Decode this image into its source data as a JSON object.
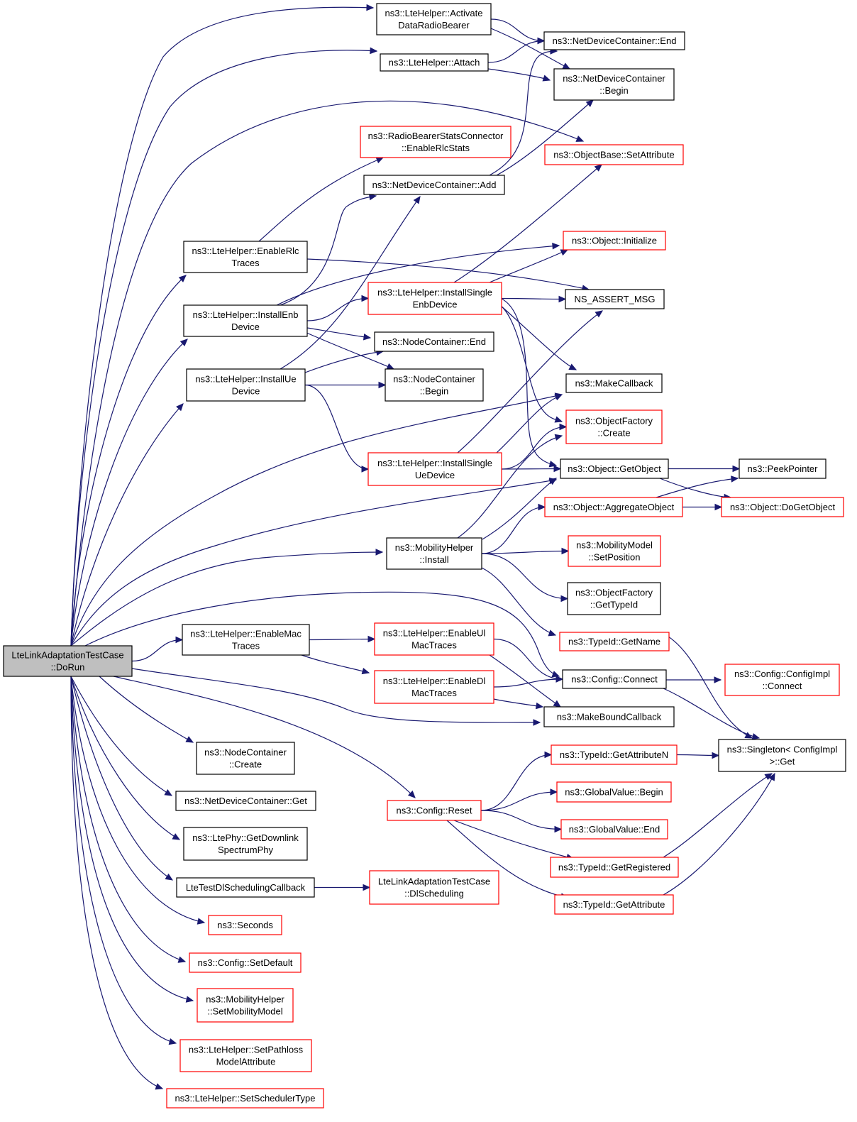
{
  "graph": {
    "root": "n0",
    "colors": {
      "edge": "#191970",
      "root_fill": "#bfbfbf",
      "border_default": "#000000",
      "border_undocumented": "#ff0000"
    },
    "nodes": [
      {
        "id": "n0",
        "lines": [
          "LteLinkAdaptationTestCase",
          "::DoRun"
        ],
        "border": "root"
      },
      {
        "id": "n1",
        "lines": [
          "ns3::LteHelper::Activate",
          "DataRadioBearer"
        ],
        "border": "black"
      },
      {
        "id": "n2",
        "lines": [
          "ns3::LteHelper::Attach"
        ],
        "border": "black"
      },
      {
        "id": "n3",
        "lines": [
          "ns3::NetDeviceContainer::End"
        ],
        "border": "black"
      },
      {
        "id": "n4",
        "lines": [
          "ns3::NetDeviceContainer",
          "::Begin"
        ],
        "border": "black"
      },
      {
        "id": "n5",
        "lines": [
          "ns3::RadioBearerStatsConnector",
          "::EnableRlcStats"
        ],
        "border": "red"
      },
      {
        "id": "n6",
        "lines": [
          "ns3::ObjectBase::SetAttribute"
        ],
        "border": "red"
      },
      {
        "id": "n7",
        "lines": [
          "ns3::NetDeviceContainer::Add"
        ],
        "border": "black"
      },
      {
        "id": "n8",
        "lines": [
          "ns3::LteHelper::EnableRlc",
          "Traces"
        ],
        "border": "black"
      },
      {
        "id": "n9",
        "lines": [
          "ns3::Object::Initialize"
        ],
        "border": "red"
      },
      {
        "id": "n10",
        "lines": [
          "ns3::LteHelper::InstallSingle",
          "EnbDevice"
        ],
        "border": "red"
      },
      {
        "id": "n11",
        "lines": [
          "NS_ASSERT_MSG"
        ],
        "border": "black"
      },
      {
        "id": "n12",
        "lines": [
          "ns3::LteHelper::InstallEnb",
          "Device"
        ],
        "border": "black"
      },
      {
        "id": "n13",
        "lines": [
          "ns3::NodeContainer::End"
        ],
        "border": "black"
      },
      {
        "id": "n14",
        "lines": [
          "ns3::LteHelper::InstallUe",
          "Device"
        ],
        "border": "black"
      },
      {
        "id": "n15",
        "lines": [
          "ns3::NodeContainer",
          "::Begin"
        ],
        "border": "black"
      },
      {
        "id": "n16",
        "lines": [
          "ns3::MakeCallback"
        ],
        "border": "black"
      },
      {
        "id": "n17",
        "lines": [
          "ns3::ObjectFactory",
          "::Create"
        ],
        "border": "red"
      },
      {
        "id": "n18",
        "lines": [
          "ns3::LteHelper::InstallSingle",
          "UeDevice"
        ],
        "border": "red"
      },
      {
        "id": "n19",
        "lines": [
          "ns3::Object::GetObject"
        ],
        "border": "black"
      },
      {
        "id": "n20",
        "lines": [
          "ns3::PeekPointer"
        ],
        "border": "black"
      },
      {
        "id": "n21",
        "lines": [
          "ns3::Object::AggregateObject"
        ],
        "border": "red"
      },
      {
        "id": "n22",
        "lines": [
          "ns3::Object::DoGetObject"
        ],
        "border": "red"
      },
      {
        "id": "n23",
        "lines": [
          "ns3::MobilityHelper",
          "::Install"
        ],
        "border": "black"
      },
      {
        "id": "n24",
        "lines": [
          "ns3::MobilityModel",
          "::SetPosition"
        ],
        "border": "red"
      },
      {
        "id": "n25",
        "lines": [
          "ns3::ObjectFactory",
          "::GetTypeId"
        ],
        "border": "black"
      },
      {
        "id": "n26",
        "lines": [
          "ns3::TypeId::GetName"
        ],
        "border": "red"
      },
      {
        "id": "n27",
        "lines": [
          "ns3::LteHelper::EnableMac",
          "Traces"
        ],
        "border": "black"
      },
      {
        "id": "n28",
        "lines": [
          "ns3::LteHelper::EnableUl",
          "MacTraces"
        ],
        "border": "red"
      },
      {
        "id": "n29",
        "lines": [
          "ns3::Config::Connect"
        ],
        "border": "black"
      },
      {
        "id": "n30",
        "lines": [
          "ns3::Config::ConfigImpl",
          "::Connect"
        ],
        "border": "red"
      },
      {
        "id": "n31",
        "lines": [
          "ns3::LteHelper::EnableDl",
          "MacTraces"
        ],
        "border": "red"
      },
      {
        "id": "n32",
        "lines": [
          "ns3::MakeBoundCallback"
        ],
        "border": "black"
      },
      {
        "id": "n33",
        "lines": [
          "ns3::NodeContainer",
          "::Create"
        ],
        "border": "black"
      },
      {
        "id": "n34",
        "lines": [
          "ns3::TypeId::GetAttributeN"
        ],
        "border": "red"
      },
      {
        "id": "n35",
        "lines": [
          "ns3::Singleton< ConfigImpl",
          " >::Get"
        ],
        "border": "black"
      },
      {
        "id": "n36",
        "lines": [
          "ns3::NetDeviceContainer::Get"
        ],
        "border": "black"
      },
      {
        "id": "n37",
        "lines": [
          "ns3::GlobalValue::Begin"
        ],
        "border": "red"
      },
      {
        "id": "n38",
        "lines": [
          "ns3::Config::Reset"
        ],
        "border": "red"
      },
      {
        "id": "n39",
        "lines": [
          "ns3::GlobalValue::End"
        ],
        "border": "red"
      },
      {
        "id": "n40",
        "lines": [
          "ns3::LtePhy::GetDownlink",
          "SpectrumPhy"
        ],
        "border": "black"
      },
      {
        "id": "n41",
        "lines": [
          "ns3::TypeId::GetRegistered"
        ],
        "border": "red"
      },
      {
        "id": "n42",
        "lines": [
          "LteTestDlSchedulingCallback"
        ],
        "border": "black"
      },
      {
        "id": "n43",
        "lines": [
          "LteLinkAdaptationTestCase",
          "::DlScheduling"
        ],
        "border": "red"
      },
      {
        "id": "n44",
        "lines": [
          "ns3::TypeId::GetAttribute"
        ],
        "border": "red"
      },
      {
        "id": "n45",
        "lines": [
          "ns3::Seconds"
        ],
        "border": "red"
      },
      {
        "id": "n46",
        "lines": [
          "ns3::Config::SetDefault"
        ],
        "border": "red"
      },
      {
        "id": "n47",
        "lines": [
          "ns3::MobilityHelper",
          "::SetMobilityModel"
        ],
        "border": "red"
      },
      {
        "id": "n48",
        "lines": [
          "ns3::LteHelper::SetPathloss",
          "ModelAttribute"
        ],
        "border": "red"
      },
      {
        "id": "n49",
        "lines": [
          "ns3::LteHelper::SetSchedulerType"
        ],
        "border": "red"
      }
    ],
    "edges": [
      {
        "from": "n0",
        "to": "n1"
      },
      {
        "from": "n0",
        "to": "n2"
      },
      {
        "from": "n0",
        "to": "n6"
      },
      {
        "from": "n0",
        "to": "n8"
      },
      {
        "from": "n0",
        "to": "n12"
      },
      {
        "from": "n0",
        "to": "n14"
      },
      {
        "from": "n0",
        "to": "n16"
      },
      {
        "from": "n0",
        "to": "n19"
      },
      {
        "from": "n0",
        "to": "n23"
      },
      {
        "from": "n0",
        "to": "n27"
      },
      {
        "from": "n0",
        "to": "n29"
      },
      {
        "from": "n0",
        "to": "n32"
      },
      {
        "from": "n0",
        "to": "n33"
      },
      {
        "from": "n0",
        "to": "n36"
      },
      {
        "from": "n0",
        "to": "n38"
      },
      {
        "from": "n0",
        "to": "n40"
      },
      {
        "from": "n0",
        "to": "n42"
      },
      {
        "from": "n0",
        "to": "n45"
      },
      {
        "from": "n0",
        "to": "n46"
      },
      {
        "from": "n0",
        "to": "n47"
      },
      {
        "from": "n0",
        "to": "n48"
      },
      {
        "from": "n0",
        "to": "n49"
      },
      {
        "from": "n1",
        "to": "n3"
      },
      {
        "from": "n1",
        "to": "n4"
      },
      {
        "from": "n2",
        "to": "n3"
      },
      {
        "from": "n2",
        "to": "n4"
      },
      {
        "from": "n7",
        "to": "n3"
      },
      {
        "from": "n7",
        "to": "n4"
      },
      {
        "from": "n8",
        "to": "n5"
      },
      {
        "from": "n8",
        "to": "n11"
      },
      {
        "from": "n12",
        "to": "n7"
      },
      {
        "from": "n12",
        "to": "n9"
      },
      {
        "from": "n12",
        "to": "n10"
      },
      {
        "from": "n12",
        "to": "n13"
      },
      {
        "from": "n12",
        "to": "n15"
      },
      {
        "from": "n14",
        "to": "n7"
      },
      {
        "from": "n14",
        "to": "n13"
      },
      {
        "from": "n14",
        "to": "n15"
      },
      {
        "from": "n14",
        "to": "n18"
      },
      {
        "from": "n10",
        "to": "n6"
      },
      {
        "from": "n10",
        "to": "n9"
      },
      {
        "from": "n10",
        "to": "n11"
      },
      {
        "from": "n10",
        "to": "n16"
      },
      {
        "from": "n10",
        "to": "n17"
      },
      {
        "from": "n10",
        "to": "n19"
      },
      {
        "from": "n18",
        "to": "n11"
      },
      {
        "from": "n18",
        "to": "n16"
      },
      {
        "from": "n18",
        "to": "n17"
      },
      {
        "from": "n18",
        "to": "n19"
      },
      {
        "from": "n19",
        "to": "n20"
      },
      {
        "from": "n19",
        "to": "n22"
      },
      {
        "from": "n21",
        "to": "n20"
      },
      {
        "from": "n21",
        "to": "n22"
      },
      {
        "from": "n23",
        "to": "n17"
      },
      {
        "from": "n23",
        "to": "n19"
      },
      {
        "from": "n23",
        "to": "n21"
      },
      {
        "from": "n23",
        "to": "n24"
      },
      {
        "from": "n23",
        "to": "n25"
      },
      {
        "from": "n23",
        "to": "n26"
      },
      {
        "from": "n26",
        "to": "n35"
      },
      {
        "from": "n27",
        "to": "n28"
      },
      {
        "from": "n27",
        "to": "n31"
      },
      {
        "from": "n28",
        "to": "n29"
      },
      {
        "from": "n28",
        "to": "n32"
      },
      {
        "from": "n31",
        "to": "n29"
      },
      {
        "from": "n31",
        "to": "n32"
      },
      {
        "from": "n29",
        "to": "n30"
      },
      {
        "from": "n29",
        "to": "n35"
      },
      {
        "from": "n34",
        "to": "n35"
      },
      {
        "from": "n41",
        "to": "n35"
      },
      {
        "from": "n44",
        "to": "n35"
      },
      {
        "from": "n38",
        "to": "n34"
      },
      {
        "from": "n38",
        "to": "n37"
      },
      {
        "from": "n38",
        "to": "n39"
      },
      {
        "from": "n38",
        "to": "n41"
      },
      {
        "from": "n38",
        "to": "n44"
      },
      {
        "from": "n42",
        "to": "n43"
      }
    ]
  }
}
